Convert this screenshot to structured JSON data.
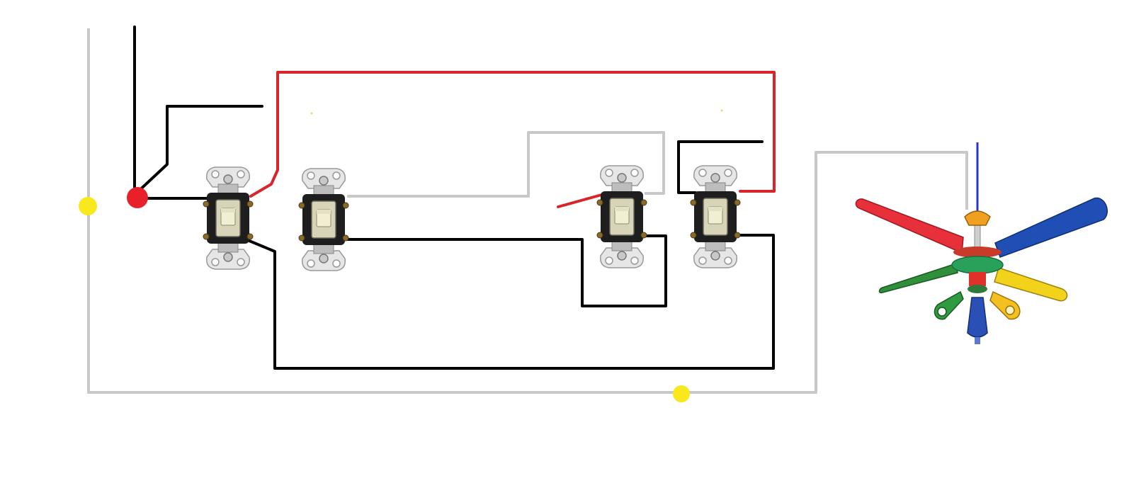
{
  "diagram": {
    "type": "wiring-diagram",
    "components": [
      {
        "id": "switch-1",
        "kind": "toggle-switch"
      },
      {
        "id": "switch-2",
        "kind": "toggle-switch"
      },
      {
        "id": "switch-3",
        "kind": "toggle-switch"
      },
      {
        "id": "switch-4",
        "kind": "toggle-switch"
      },
      {
        "id": "ceiling-fan",
        "kind": "ceiling-fan-with-light-kit"
      }
    ],
    "markers": [
      {
        "id": "power-source-node",
        "color": "#e8202a"
      },
      {
        "id": "neutral-splice-left",
        "color": "#f8e81c"
      },
      {
        "id": "neutral-splice-bottom",
        "color": "#f8e81c"
      }
    ],
    "wire_colors": {
      "hot": "#000000",
      "traveler": "#d9242c",
      "neutral": "#c8c8c8",
      "fan_feed": "#2b35c9"
    },
    "fan_blade_colors": [
      "#e8303a",
      "#1f4fb5",
      "#2f8f3a",
      "#f3d21c"
    ],
    "fan_body_colors": {
      "canopy": "#f0a020",
      "switch_housing": "#2aa15a",
      "motor_band": "#e0302a",
      "lamp_green": "#2f9a3f",
      "lamp_yellow": "#f4c020",
      "lamp_blue": "#2a4fb5"
    }
  }
}
